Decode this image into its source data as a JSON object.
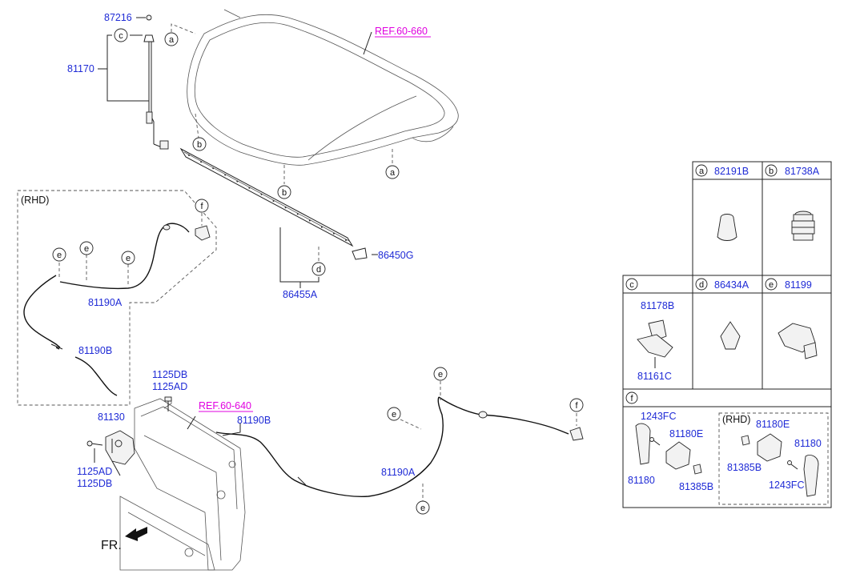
{
  "references": {
    "hood_panel": "REF.60-660",
    "radiator_support": "REF.60-640"
  },
  "parts": {
    "p87216": "87216",
    "p81170": "81170",
    "p86450g": "86450G",
    "p86455a": "86455A",
    "p81190a_rhd": "81190A",
    "p81190b_rhd": "81190B",
    "p1125db_top": "1125DB",
    "p1125ad_top": "1125AD",
    "p81130": "81130",
    "p1125ad_bot": "1125AD",
    "p1125db_bot": "1125DB",
    "p81190b_main": "81190B",
    "p81190a_main": "81190A"
  },
  "callouts": {
    "a": "a",
    "b": "b",
    "c": "c",
    "d": "d",
    "e": "e",
    "f": "f"
  },
  "rhd_label": "(RHD)",
  "direction_label": "FR.",
  "legend": {
    "cells": [
      {
        "letter": "a",
        "part": "82191B"
      },
      {
        "letter": "b",
        "part": "81738A"
      },
      {
        "letter": "c",
        "part": "",
        "sub_top": "81178B",
        "sub_bottom": "81161C"
      },
      {
        "letter": "d",
        "part": "86434A"
      },
      {
        "letter": "e",
        "part": "81199"
      }
    ],
    "f": {
      "letter": "f",
      "left": {
        "p1243fc": "1243FC",
        "p81180e": "81180E",
        "p81180": "81180",
        "p81385b": "81385B"
      },
      "rhd": {
        "label": "(RHD)",
        "p81180e": "81180E",
        "p81385b": "81385B",
        "p81180": "81180",
        "p1243fc": "1243FC"
      }
    }
  }
}
